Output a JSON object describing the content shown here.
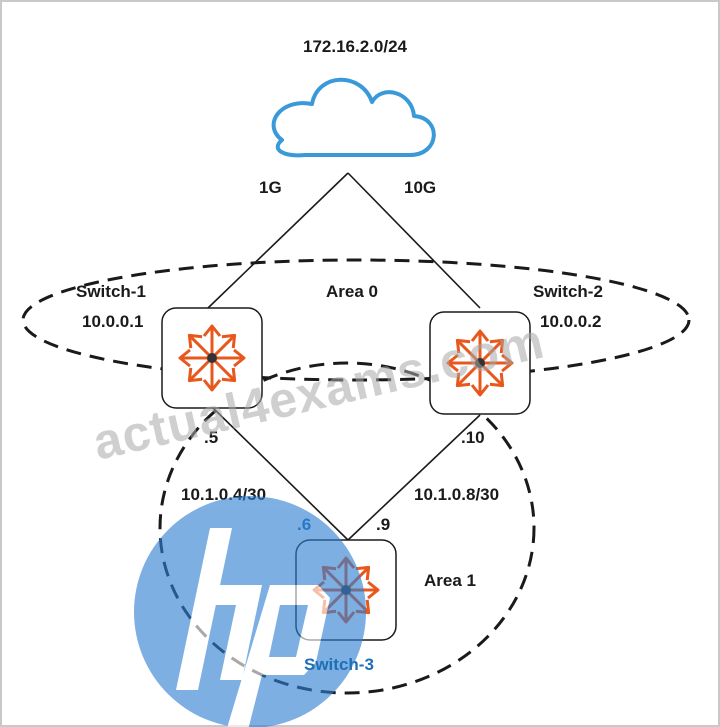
{
  "network": {
    "cloud": {
      "label": "172.16.2.0/24"
    },
    "uplinks": {
      "switch1_speed": "1G",
      "switch2_speed": "10G"
    },
    "areas": {
      "area0": "Area 0",
      "area1": "Area 1"
    },
    "switches": [
      {
        "name": "Switch-1",
        "ip": "10.0.0.1"
      },
      {
        "name": "Switch-2",
        "ip": "10.0.0.2"
      },
      {
        "name": "Switch-3"
      }
    ],
    "links": {
      "sw1_sw3": {
        "subnet": "10.1.0.4/30",
        "sw1_end": ".5",
        "sw3_end": ".6"
      },
      "sw2_sw3": {
        "subnet": "10.1.0.8/30",
        "sw2_end": ".10",
        "sw3_end": ".9"
      }
    }
  },
  "watermark": {
    "text": "actual4exams.com",
    "logo": "hp"
  },
  "colors": {
    "cloud_stroke": "#3a9ad9",
    "router_arrow": "#e8571c",
    "lines": "#1a1a1a",
    "logo": "#2f7fd3",
    "border": "#c9c9c9"
  }
}
